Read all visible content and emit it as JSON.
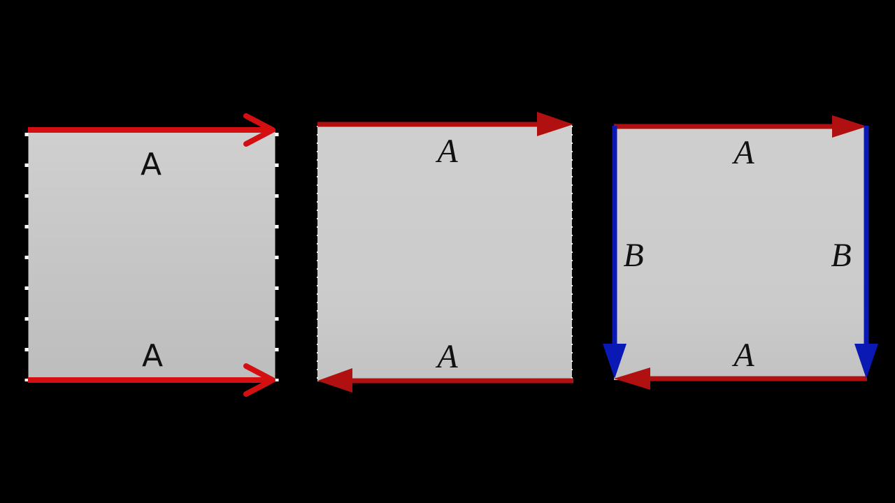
{
  "colors": {
    "background": "#000000",
    "square_fill": "#cccccc",
    "red_edge": "#d40f12",
    "red_edge_dark": "#b0100f",
    "blue_edge": "#0a18b4",
    "label": "#111111",
    "dashed_edge": "#ffffff"
  },
  "squares": [
    {
      "id": "cylinder",
      "top_label": "A",
      "bottom_label": "A",
      "top_arrow_direction": "right",
      "bottom_arrow_direction": "right",
      "side_edges": "dashed"
    },
    {
      "id": "mobius",
      "top_label": "A",
      "bottom_label": "A",
      "top_arrow_direction": "right",
      "bottom_arrow_direction": "left",
      "side_edges": "dashed"
    },
    {
      "id": "klein",
      "top_label": "A",
      "bottom_label": "A",
      "left_label": "B",
      "right_label": "B",
      "top_arrow_direction": "right",
      "bottom_arrow_direction": "left",
      "left_arrow_direction": "down",
      "right_arrow_direction": "down",
      "side_edges": "solid"
    }
  ]
}
